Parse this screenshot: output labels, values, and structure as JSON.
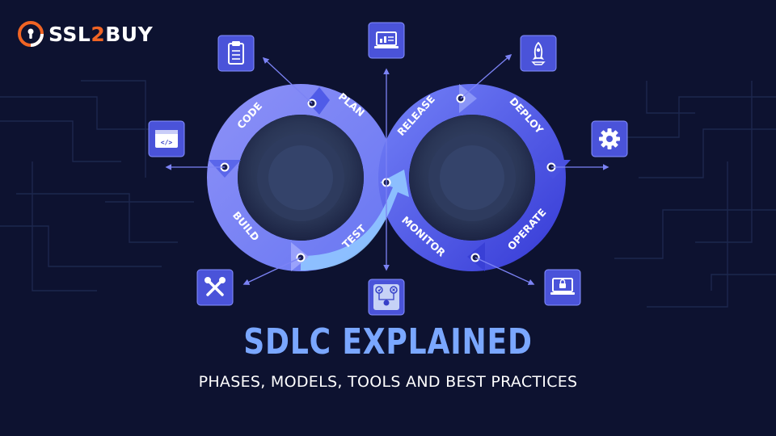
{
  "brand": {
    "name_part1": "SSL",
    "name_part2": "2",
    "name_part3": "BUY",
    "accent_color": "#f06424"
  },
  "diagram": {
    "phases": [
      "PLAN",
      "CODE",
      "BUILD",
      "TEST",
      "RELEASE",
      "DEPLOY",
      "OPERATE",
      "MONITOR"
    ],
    "icons": [
      "clipboard-icon",
      "analytics-laptop-icon",
      "rocket-icon",
      "code-window-icon",
      "gear-icon",
      "tools-icon",
      "test-flow-icon",
      "monitor-lock-icon"
    ],
    "colors": {
      "left_loop": "#7d86f6",
      "right_loop": "#4c55e6",
      "test_arrow": "#8ec3ff",
      "icon_box": "#4a53d9"
    }
  },
  "heading": {
    "title": "SDLC EXPLAINED",
    "subtitle": "PHASES, MODELS, TOOLS AND BEST PRACTICES"
  }
}
